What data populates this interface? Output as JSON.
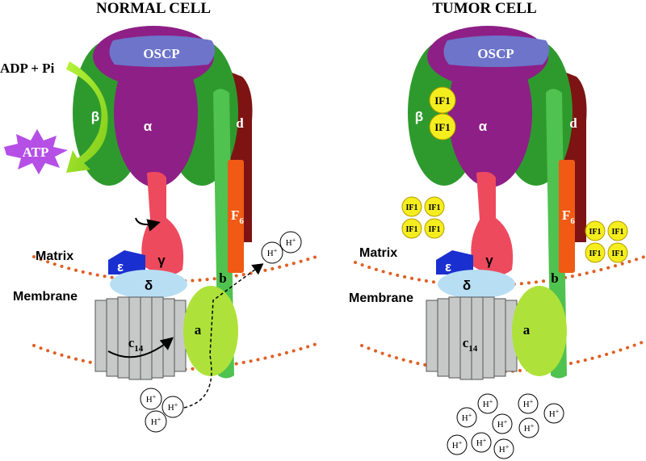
{
  "titles": {
    "normal": "NORMAL CELL",
    "tumor": "TUMOR CELL"
  },
  "labels": {
    "oscp": "OSCP",
    "alpha": "α",
    "beta": "β",
    "d": "d",
    "f": "F",
    "f_sub": "6",
    "gamma": "γ",
    "epsilon": "ε",
    "delta": "δ",
    "b": "b",
    "a": "a",
    "c": "c",
    "c_sub": "14",
    "matrix": "Matrix",
    "membrane": "Membrane",
    "adp": "ADP + Pi",
    "atp": "ATP",
    "h": "H",
    "h_sup": "+",
    "if1": "IF1"
  },
  "colors": {
    "beta_green": "#2e9a2e",
    "alpha_purple": "#8e1f86",
    "oscp_blue": "#6d74c9",
    "stalk_brown": "#7e1313",
    "f6_orange": "#f05a14",
    "b_green": "#4fc24f",
    "gamma_pink": "#ee4a5e",
    "epsilon_blue": "#1a2fcf",
    "delta_lightblue": "#b8def4",
    "a_lime": "#aee23a",
    "c_gray": "#c7c9c9",
    "if1_yellow": "#f5ee1e",
    "atp_magenta": "#b54fe6",
    "membrane_dots": "#e06024"
  },
  "icons": {
    "rotation": "curved-arrow-icon",
    "proton_path": "dashed-arrow-icon",
    "atp_burst": "starburst-icon"
  }
}
